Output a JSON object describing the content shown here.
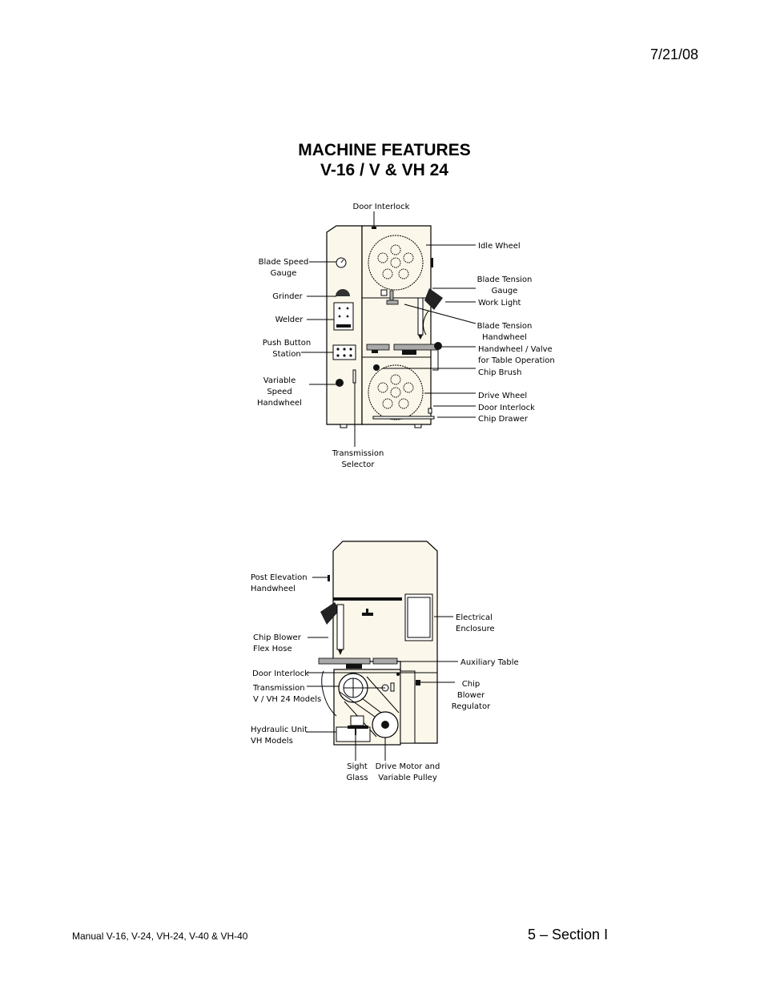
{
  "header": {
    "date": "7/21/08"
  },
  "title": {
    "line1": "MACHINE FEATURES",
    "line2": "V-16 / V & VH 24"
  },
  "diagram1": {
    "labels": [
      {
        "id": "door-interlock-top",
        "lines": [
          "Door Interlock"
        ]
      },
      {
        "id": "idle-wheel",
        "lines": [
          "Idle Wheel"
        ]
      },
      {
        "id": "blade-speed-gauge",
        "lines": [
          "Blade Speed",
          "Gauge"
        ]
      },
      {
        "id": "blade-tension-gauge",
        "lines": [
          "Blade Tension",
          "Gauge"
        ]
      },
      {
        "id": "grinder",
        "lines": [
          "Grinder"
        ]
      },
      {
        "id": "work-light",
        "lines": [
          "Work Light"
        ]
      },
      {
        "id": "welder",
        "lines": [
          "Welder"
        ]
      },
      {
        "id": "blade-tension-handwheel",
        "lines": [
          "Blade Tension",
          "Handwheel"
        ]
      },
      {
        "id": "push-button-station",
        "lines": [
          "Push Button",
          "Station"
        ]
      },
      {
        "id": "handwheel-valve",
        "lines": [
          "Handwheel / Valve",
          "for Table Operation"
        ]
      },
      {
        "id": "chip-brush",
        "lines": [
          "Chip Brush"
        ]
      },
      {
        "id": "variable-speed-handwheel",
        "lines": [
          "Variable",
          "Speed",
          "Handwheel"
        ]
      },
      {
        "id": "drive-wheel",
        "lines": [
          "Drive Wheel"
        ]
      },
      {
        "id": "door-interlock-bottom",
        "lines": [
          "Door Interlock"
        ]
      },
      {
        "id": "chip-drawer",
        "lines": [
          "Chip Drawer"
        ]
      },
      {
        "id": "transmission-selector",
        "lines": [
          "Transmission",
          "Selector"
        ]
      }
    ]
  },
  "diagram2": {
    "labels": [
      {
        "id": "post-elevation-handwheel",
        "lines": [
          "Post Elevation",
          "Handwheel"
        ]
      },
      {
        "id": "electrical-enclosure",
        "lines": [
          "Electrical",
          "Enclosure"
        ]
      },
      {
        "id": "chip-blower-flex-hose",
        "lines": [
          "Chip Blower",
          "Flex Hose"
        ]
      },
      {
        "id": "auxiliary-table",
        "lines": [
          "Auxiliary Table"
        ]
      },
      {
        "id": "door-interlock",
        "lines": [
          "Door Interlock"
        ]
      },
      {
        "id": "transmission-models",
        "lines": [
          "Transmission",
          "V / VH 24 Models"
        ]
      },
      {
        "id": "chip-blower-regulator",
        "lines": [
          "Chip",
          "Blower",
          "Regulator"
        ]
      },
      {
        "id": "hydraulic-unit",
        "lines": [
          "Hydraulic Unit",
          "VH Models"
        ]
      },
      {
        "id": "sight-glass",
        "lines": [
          "Sight",
          "Glass"
        ]
      },
      {
        "id": "drive-motor",
        "lines": [
          "Drive Motor and",
          "Variable Pulley"
        ]
      }
    ]
  },
  "footer": {
    "left": "Manual V-16, V-24, VH-24, V-40 & VH-40",
    "right": "5 – Section I"
  }
}
